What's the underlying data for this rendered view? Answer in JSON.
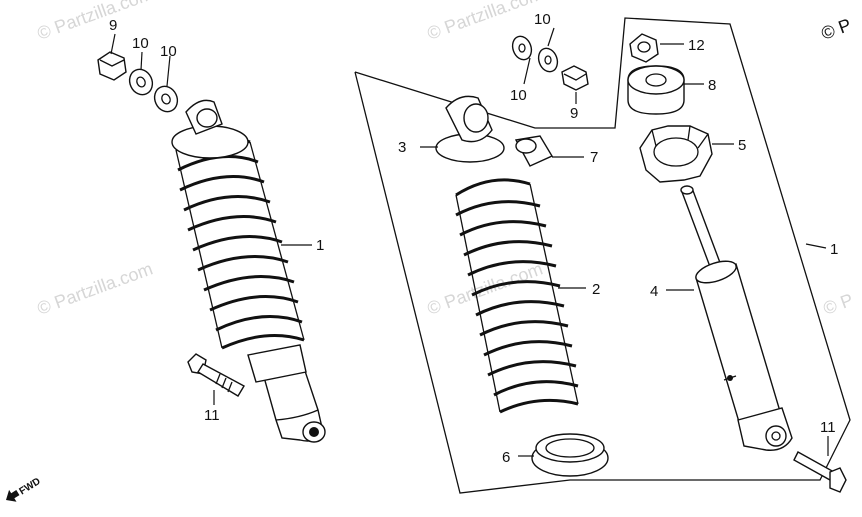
{
  "watermarks": {
    "text": "© Partzilla.com",
    "corner_text": "© P"
  },
  "fwd_label": "FWD",
  "callouts": {
    "c9_top": "9",
    "c10_top_a": "10",
    "c10_top_b": "10",
    "c1_left": "1",
    "c11_left": "11",
    "c10_mid_top": "10",
    "c10_mid_bottom": "10",
    "c9_mid": "9",
    "c12": "12",
    "c8": "8",
    "c3": "3",
    "c7": "7",
    "c5": "5",
    "c1_right": "1",
    "c2": "2",
    "c4": "4",
    "c6": "6",
    "c11_right": "11"
  }
}
